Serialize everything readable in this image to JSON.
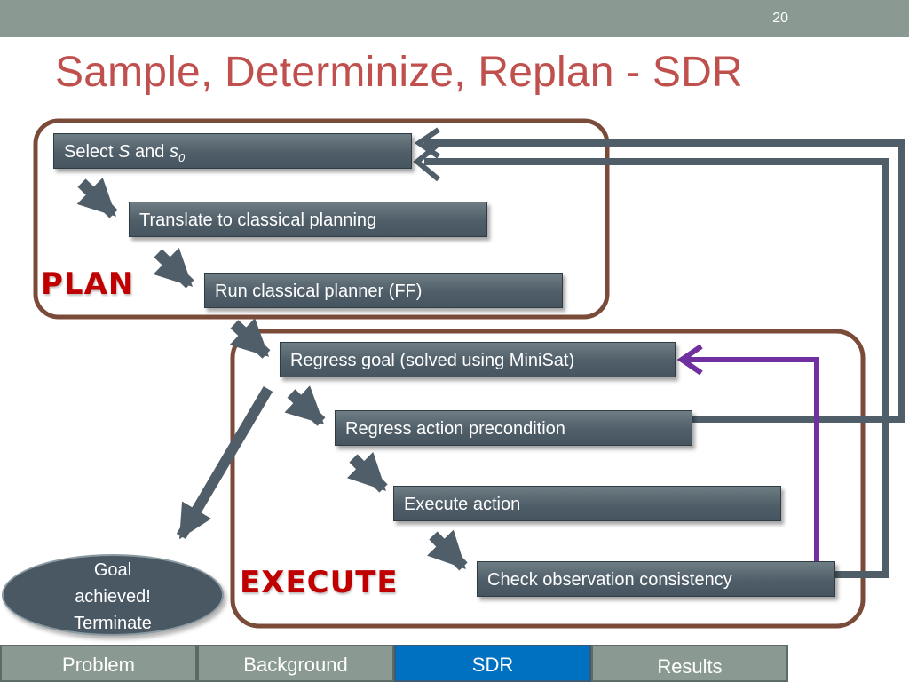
{
  "slide_number": "20",
  "title": "Sample, Determinize, Replan - SDR",
  "colors": {
    "title": "#c0504d",
    "group_border": "#7b4b3a",
    "flow_arrow": "#4f5e68",
    "observation_arrow": "#7030a0",
    "label_red": "#c00000",
    "nav_active": "#0070c0"
  },
  "plan_label": "PLAN",
  "execute_label": "EXECUTE",
  "steps": {
    "select": {
      "prefix": "Select ",
      "var_s": "S",
      "middle": " and ",
      "var_s0": "s",
      "sub": "0"
    },
    "translate": "Translate to classical planning",
    "run_planner": "Run classical planner (FF)",
    "regress_goal": "Regress goal (solved using MiniSat)",
    "regress_action": "Regress action precondition",
    "execute_action": "Execute action",
    "check_observation": "Check observation consistency"
  },
  "terminal": {
    "line1": "Goal",
    "line2": "achieved!",
    "line3": "Terminate"
  },
  "nav": [
    "Problem",
    "Background",
    "SDR",
    "Results"
  ],
  "nav_active_index": 2
}
